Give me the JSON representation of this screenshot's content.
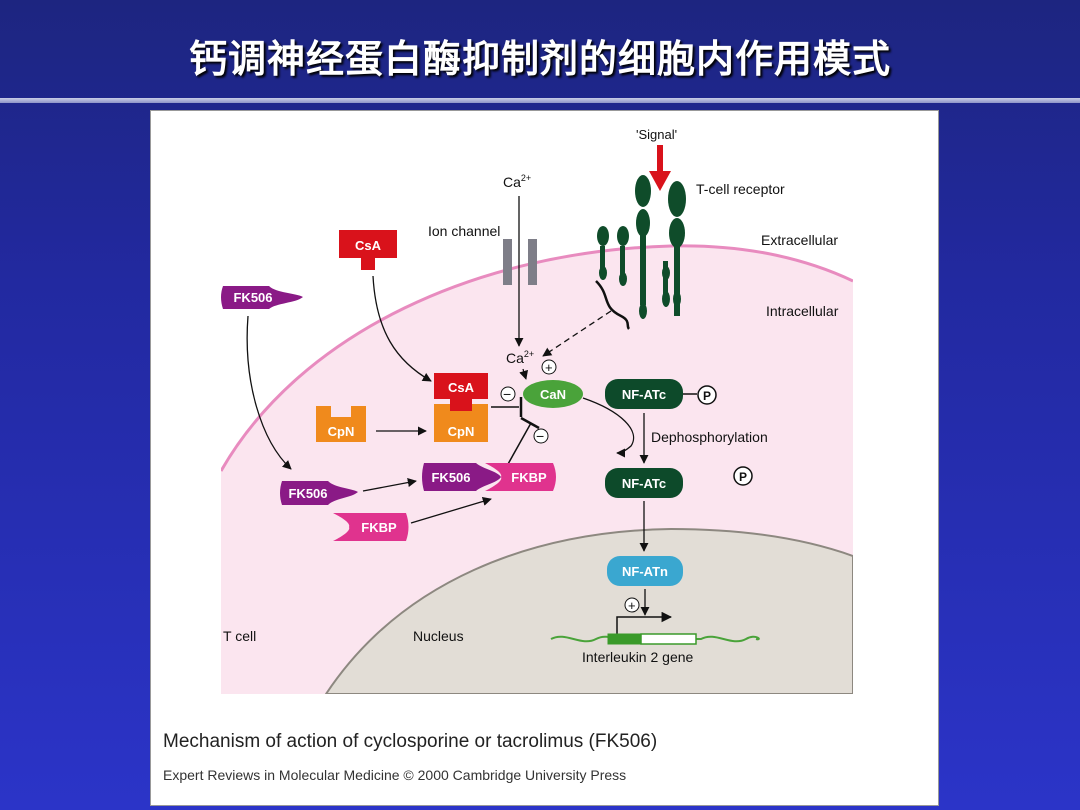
{
  "title": "钙调神经蛋白酶抑制剂的细胞内作用模式",
  "labels": {
    "signal": "'Signal'",
    "ca_top": "Ca",
    "ca_sup": "2+",
    "ca_mid": "Ca",
    "t_cell_receptor": "T-cell receptor",
    "ion_channel": "Ion channel",
    "extracellular": "Extracellular",
    "intracellular": "Intracellular",
    "dephosphorylation": "Dephosphorylation",
    "t_cell": "T cell",
    "nucleus": "Nucleus",
    "gene": "Interleukin 2 gene",
    "plus": "+",
    "minus": "−",
    "p": "P"
  },
  "molecules": {
    "csa": "CsA",
    "fk506": "FK506",
    "cpn": "CpN",
    "fkbp": "FKBP",
    "can": "CaN",
    "nfatc": "NF-ATc",
    "nfatn": "NF-ATn"
  },
  "caption": "Mechanism of action of cyclosporine or tacrolimus (FK506)",
  "credit": "Expert Reviews in Molecular Medicine © 2000 Cambridge University Press",
  "colors": {
    "csa": "#d9121b",
    "fk506": "#8a1a86",
    "cpn": "#f08a1c",
    "fkbp": "#e0338e",
    "can": "#4aa33a",
    "nfatc": "#0d4a2a",
    "nfatn": "#3aa7d0",
    "receptor": "#0f4c2a",
    "membrane": "#e88bbf",
    "cytoplasm": "#fbe5ef",
    "nucleus": "#e2ddd6",
    "signal_arrow": "#d9121b"
  }
}
